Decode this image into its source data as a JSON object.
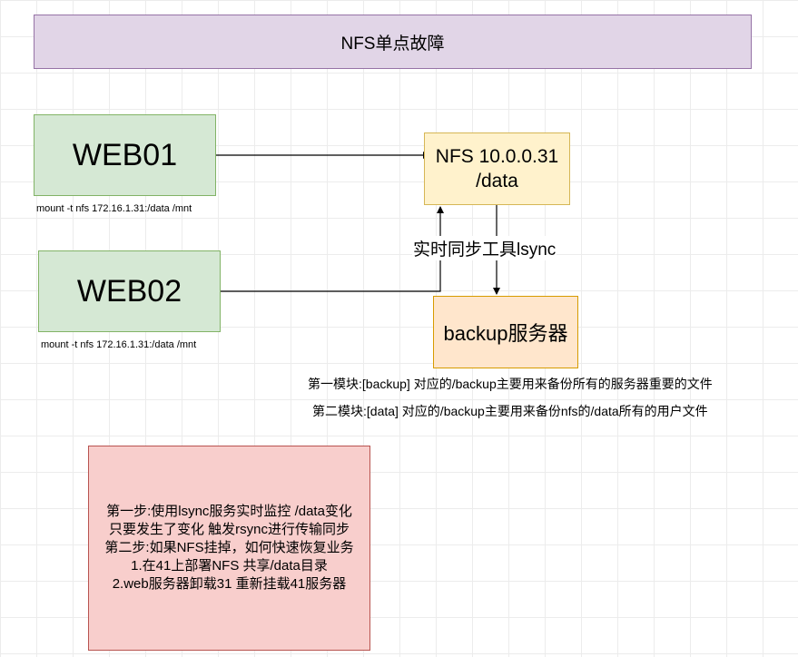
{
  "title": "NFS单点故障",
  "web01": {
    "label": "WEB01",
    "mount": "mount -t nfs 172.16.1.31:/data /mnt"
  },
  "web02": {
    "label": "WEB02",
    "mount": "mount -t nfs 172.16.1.31:/data /mnt"
  },
  "nfs": {
    "line1": "NFS 10.0.0.31",
    "line2": "/data"
  },
  "sync_label": "实时同步工具lsync",
  "backup": {
    "label": "backup服务器"
  },
  "modules": [
    "第一模块:[backup] 对应的/backup主要用来备份所有的服务器重要的文件",
    "第二模块:[data] 对应的/backup主要用来备份nfs的/data所有的用户文件"
  ],
  "note_lines": [
    "第一步:使用lsync服务实时监控 /data变化",
    "只要发生了变化 触发rsync进行传输同步",
    "第二步:如果NFS挂掉，如何快速恢复业务",
    "1.在41上部署NFS 共享/data目录",
    "2.web服务器卸载31 重新挂载41服务器"
  ]
}
